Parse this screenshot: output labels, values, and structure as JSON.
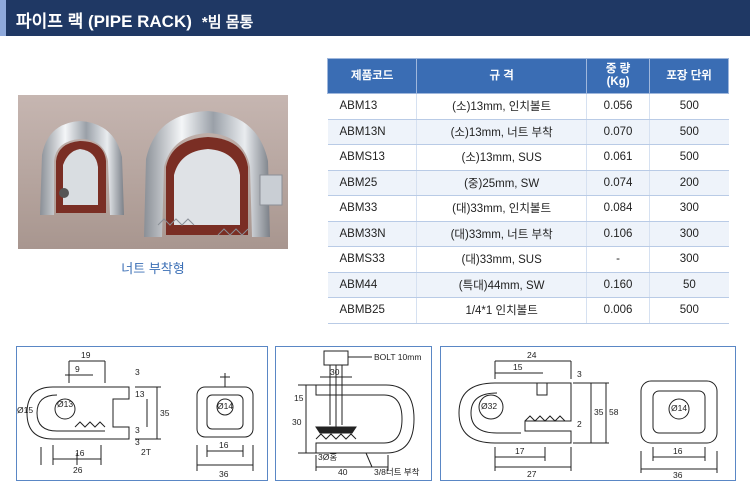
{
  "header": {
    "title": "파이프 랙 (PIPE RACK)",
    "subtitle": "*빔 몸통"
  },
  "photo": {
    "caption": "너트 부착형"
  },
  "table": {
    "headers": [
      "제품코드",
      "규          격",
      "중 량\n(Kg)",
      "포장 단위"
    ],
    "rows": [
      [
        "ABM13",
        "(소)13mm, 인치볼트",
        "0.056",
        "500"
      ],
      [
        "ABM13N",
        "(소)13mm, 너트 부착",
        "0.070",
        "500"
      ],
      [
        "ABMS13",
        "(소)13mm, SUS",
        "0.061",
        "500"
      ],
      [
        "ABM25",
        "(중)25mm, SW",
        "0.074",
        "200"
      ],
      [
        "ABM33",
        "(대)33mm, 인치볼트",
        "0.084",
        "300"
      ],
      [
        "ABM33N",
        "(대)33mm, 너트 부착",
        "0.106",
        "300"
      ],
      [
        "ABMS33",
        "(대)33mm, SUS",
        "-",
        "300"
      ],
      [
        "ABM44",
        "(특대)44mm, SW",
        "0.160",
        "50"
      ],
      [
        "ABMB25",
        "1/4*1 인치볼트",
        "0.006",
        "500"
      ]
    ]
  },
  "drawing1": {
    "dims": [
      "19",
      "9",
      "3",
      "13",
      "35",
      "3",
      "3",
      "16",
      "26",
      "2T",
      "16",
      "36"
    ],
    "dia1": "Ø15",
    "dia2": "Ø13",
    "dia3": "Ø14"
  },
  "drawing2": {
    "bolt": "BOLT 10mm",
    "dims": [
      "30",
      "15",
      "30",
      "3Ø홈",
      "40"
    ],
    "nut": "3/8너트 부착"
  },
  "drawing3": {
    "dims": [
      "24",
      "15",
      "3",
      "35",
      "58",
      "2",
      "17",
      "27",
      "16",
      "36"
    ],
    "dia1": "Ø32",
    "dia2": "Ø14"
  }
}
